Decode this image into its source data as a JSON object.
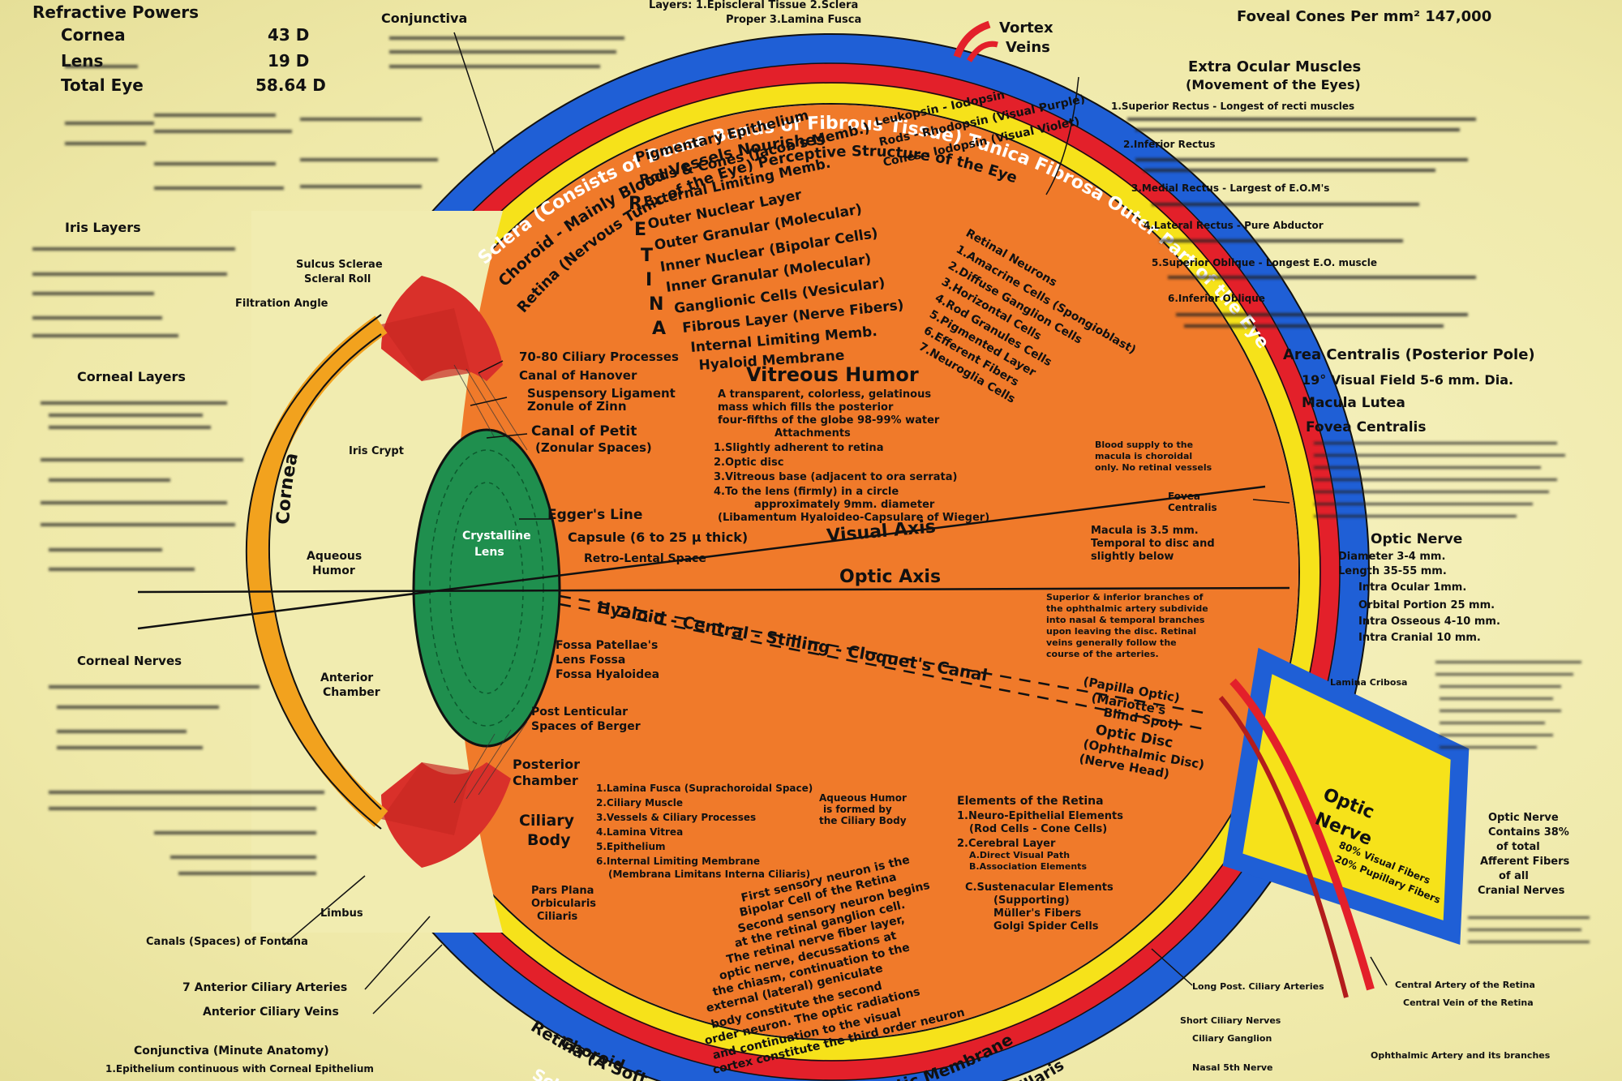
{
  "colors": {
    "paper": "#f3efb6",
    "sclera": "#1f5fd6",
    "choroid": "#e3202a",
    "retina": "#f6e21a",
    "vitreous": "#f07a2a",
    "lens": "#1f8f4e",
    "cornea": "#f2a21e",
    "ciliary": "#d9302a"
  },
  "top_left": {
    "refractive_title": "Refractive Powers",
    "rows": [
      {
        "name": "Cornea",
        "value": "43 D"
      },
      {
        "name": "Lens",
        "value": "19 D"
      },
      {
        "name": "Total Eye",
        "value": "58.64 D"
      }
    ]
  },
  "top_labels": {
    "conjunctiva": "Conjunctiva",
    "layers": "Layers: 1.Episcleral Tissue 2.Sclera",
    "layers2": "Proper 3.Lamina Fusca",
    "vortex": "Vortex",
    "veins": "Veins",
    "foveal_cones": "Foveal Cones Per mm² 147,000"
  },
  "rings": {
    "sclera_top": "Sclera (Consists of Dense Bands of Fibrous Tissue) Tunica Fibrosa Outer Part of the Eye",
    "choroid_top": "Choroid - Mainly Blood Vessels    Nourishes",
    "retina_top": "Retina (Nervous Tunic of the Eye)   Perceptive Structure of the Eye",
    "cornea": "Cornea",
    "retina_bottom": "Retina (A Soft",
    "choroid_bottom": "Choroid",
    "sclera_bottom": "Sclera",
    "elastic": "Inelastic Membrane",
    "choriocap": "Choriocapillaris"
  },
  "retina_layers": [
    "Pigmentary Epithelium",
    "Rods & Cones (Jacob's Memb.)",
    "External Limiting Memb.",
    "Outer Nuclear Layer",
    "Outer Granular (Molecular)",
    "Inner Nuclear (Bipolar Cells)",
    "Inner Granular (Molecular)",
    "Ganglionic Cells (Vesicular)",
    "Fibrous Layer (Nerve Fibers)",
    "Internal Limiting Memb.",
    "Hyaloid Membrane"
  ],
  "retina_letters": [
    "R",
    "E",
    "T",
    "I",
    "N",
    "A"
  ],
  "pigments": {
    "l1": "Leukopsin - Iodopsin",
    "l2": "Rods - Rhodopsin (Visual Purple)",
    "l3": "Cones - Iodopsin (Visual Violet)"
  },
  "retinal_neurons": {
    "title": "Retinal Neurons",
    "items": [
      "1.Amacrine Cells (Spongioblast)",
      "2.Diffuse Ganglion Cells",
      "3.Horizontal Cells",
      "4.Rod Granules Cells",
      "5.Pigmented Layer",
      "6.Efferent Fibers",
      "7.Neuroglia Cells"
    ]
  },
  "vitreous": {
    "title": "Vitreous Humor",
    "desc1": "A transparent, colorless, gelatinous",
    "desc2": "mass which fills the posterior",
    "desc3": "four-fifths of the globe  98-99% water",
    "attach": "Attachments",
    "a1": "1.Slightly adherent to retina",
    "a2": "2.Optic disc",
    "a3": "3.Vitreous base (adjacent to ora serrata)",
    "a4": "4.To the lens (firmly) in a circle",
    "a5": "approximately 9mm. diameter",
    "a6": "(Libamentum Hyaloideo-Capsulare of Wieger)"
  },
  "axes": {
    "visual": "Visual Axis",
    "optic": "Optic Axis",
    "canal": "Hyaloid - Central - Stilling - Cloquet's Canal"
  },
  "anterior_labels": {
    "ciliary_processes": "70-80 Ciliary Processes",
    "hanover": "Canal of Hanover",
    "suspensory": "Suspensory Ligament",
    "zinn": "Zonule of Zinn",
    "petit": "Canal of Petit",
    "zonular": "(Zonular Spaces)",
    "egger": "Egger's Line",
    "capsule": "Capsule (6 to 25 μ thick)",
    "retrolental": "Retro-Lental Space",
    "lens": "Crystalline",
    "lens2": "Lens",
    "aqueous": "Aqueous",
    "humor": "Humor",
    "anterior": "Anterior",
    "chamber": "Chamber",
    "fossa1": "Fossa Patellae's",
    "fossa2": "Lens Fossa",
    "fossa3": "Fossa Hyaloidea",
    "postlent1": "Post Lenticular",
    "postlent2": "Spaces of Berger",
    "postchamber1": "Posterior",
    "postchamber2": "Chamber",
    "ciliary_body1": "Ciliary",
    "ciliary_body2": "Body",
    "pars1": "Pars Plana",
    "pars2": "Orbicularis",
    "pars3": "Ciliaris"
  },
  "ciliary_list": [
    "1.Lamina Fusca (Suprachoroidal Space)",
    "2.Ciliary Muscle",
    "3.Vessels & Ciliary Processes",
    "4.Lamina Vitrea",
    "5.Epithelium",
    "6.Internal Limiting Membrane",
    "(Membrana Limitans Interna Ciliaris)"
  ],
  "aqueous_note": [
    "Aqueous Humor",
    "is formed by",
    "the Ciliary Body"
  ],
  "elements": {
    "title": "Elements of the Retina",
    "e1": "1.Neuro-Epithelial Elements",
    "e1b": "(Rod Cells - Cone Cells)",
    "e2": "2.Cerebral Layer",
    "e2a": "A.Direct Visual Path",
    "e2b": "B.Association Elements",
    "e3": "C.Sustenacular Elements",
    "e3a": "(Supporting)",
    "e3b": "Müller's Fibers",
    "e3c": "Golgi Spider Cells"
  },
  "neuron_text": [
    "First sensory neuron is the",
    "Bipolar Cell of the Retina",
    "Second sensory neuron begins",
    "at the retinal ganglion cell.",
    "The retinal nerve fiber layer,",
    "optic nerve, decussations at",
    "the chiasm, continuation to the",
    "external (lateral) geniculate",
    "body constitute the second",
    "order neuron. The optic radiations",
    "and continuation to the visual",
    "cortex constitute the third order neuron"
  ],
  "disc": {
    "p1": "(Papilla Optic)",
    "p2": "(Mariotte's",
    "p3": "Blind Spot)",
    "p4": "Optic Disc",
    "p5": "(Ophthalmic Disc)",
    "p6": "(Nerve Head)"
  },
  "right_side": {
    "extra_title": "Extra Ocular Muscles",
    "extra_sub": "(Movement of the Eyes)",
    "m1": "1.Superior Rectus - Longest of recti muscles",
    "m2": "2.Inferior Rectus",
    "m3": "3.Medial Rectus - Largest of E.O.M's",
    "m4": "4.Lateral Rectus - Pure Abductor",
    "m5": "5.Superior Oblique - Longest E.O. muscle",
    "m6": "6.Inferior Oblique",
    "area": "Area Centralis (Posterior Pole)",
    "field": "19° Visual Field  5-6 mm. Dia.",
    "macula": "Macula Lutea",
    "fovea": "Fovea Centralis",
    "optic_nerve": "Optic Nerve",
    "diameter": "Diameter  3-4 mm.",
    "length": "Length  35-55 mm.",
    "intra_ocular": "Intra Ocular  1mm.",
    "orbital": "Orbital Portion  25 mm.",
    "osseous": "Intra Osseous  4-10 mm.",
    "cranial": "Intra Cranial  10 mm.",
    "blood1": "Blood supply to the",
    "blood2": "macula is choroidal",
    "blood3": "only. No retinal vessels",
    "fovea_c1": "Fovea",
    "fovea_c2": "Centralis",
    "mac1": "Macula is 3.5 mm.",
    "mac2": "Temporal to disc and",
    "mac3": "slightly below",
    "art1": "Superior & inferior branches of",
    "art2": "the ophthalmic artery subdivide",
    "art3": "into nasal & temporal branches",
    "art4": "upon leaving the disc. Retinal",
    "art5": "veins generally follow the",
    "art6": "course of the arteries.",
    "nerve_label1": "Optic",
    "nerve_label2": "Nerve",
    "nerve_pct1": "80% Visual Fibers",
    "nerve_pct2": "20% Pupillary Fibers",
    "fibers1": "Optic Nerve",
    "fibers2": "Contains 38%",
    "fibers3": "of total",
    "fibers4": "Afferent Fibers",
    "fibers5": "of all",
    "fibers6": "Cranial Nerves",
    "cribosa": "Lamina Cribosa",
    "central_artery": "Central Artery of the Retina",
    "central_vein": "Central Vein of the Retina",
    "ophthalmic": "Ophthalmic Artery and its branches"
  },
  "left_side": {
    "iris_layers": "Iris Layers",
    "corneal_layers": "Corneal Layers",
    "corneal_nerves": "Corneal Nerves",
    "sulcus": "Sulcus Sclerae",
    "scleral_roll": "Scleral Roll",
    "filtration": "Filtration Angle",
    "iris_crypt": "Iris Crypt",
    "limbus": "Limbus",
    "canals": "Canals (Spaces) of Fontana",
    "ant_ciliary": "7 Anterior Ciliary Arteries",
    "ant_veins": "Anterior Ciliary Veins",
    "conj_bottom": "Conjunctiva (Minute Anatomy)",
    "conj_bottom2": "1.Epithelium continuous with Corneal Epithelium"
  },
  "bottom_right": {
    "long_post": "Long Post. Ciliary Arteries",
    "short_post": "Short Ciliary Nerves",
    "ganglion": "Ciliary Ganglion",
    "nasal": "Nasal 5th Nerve"
  }
}
